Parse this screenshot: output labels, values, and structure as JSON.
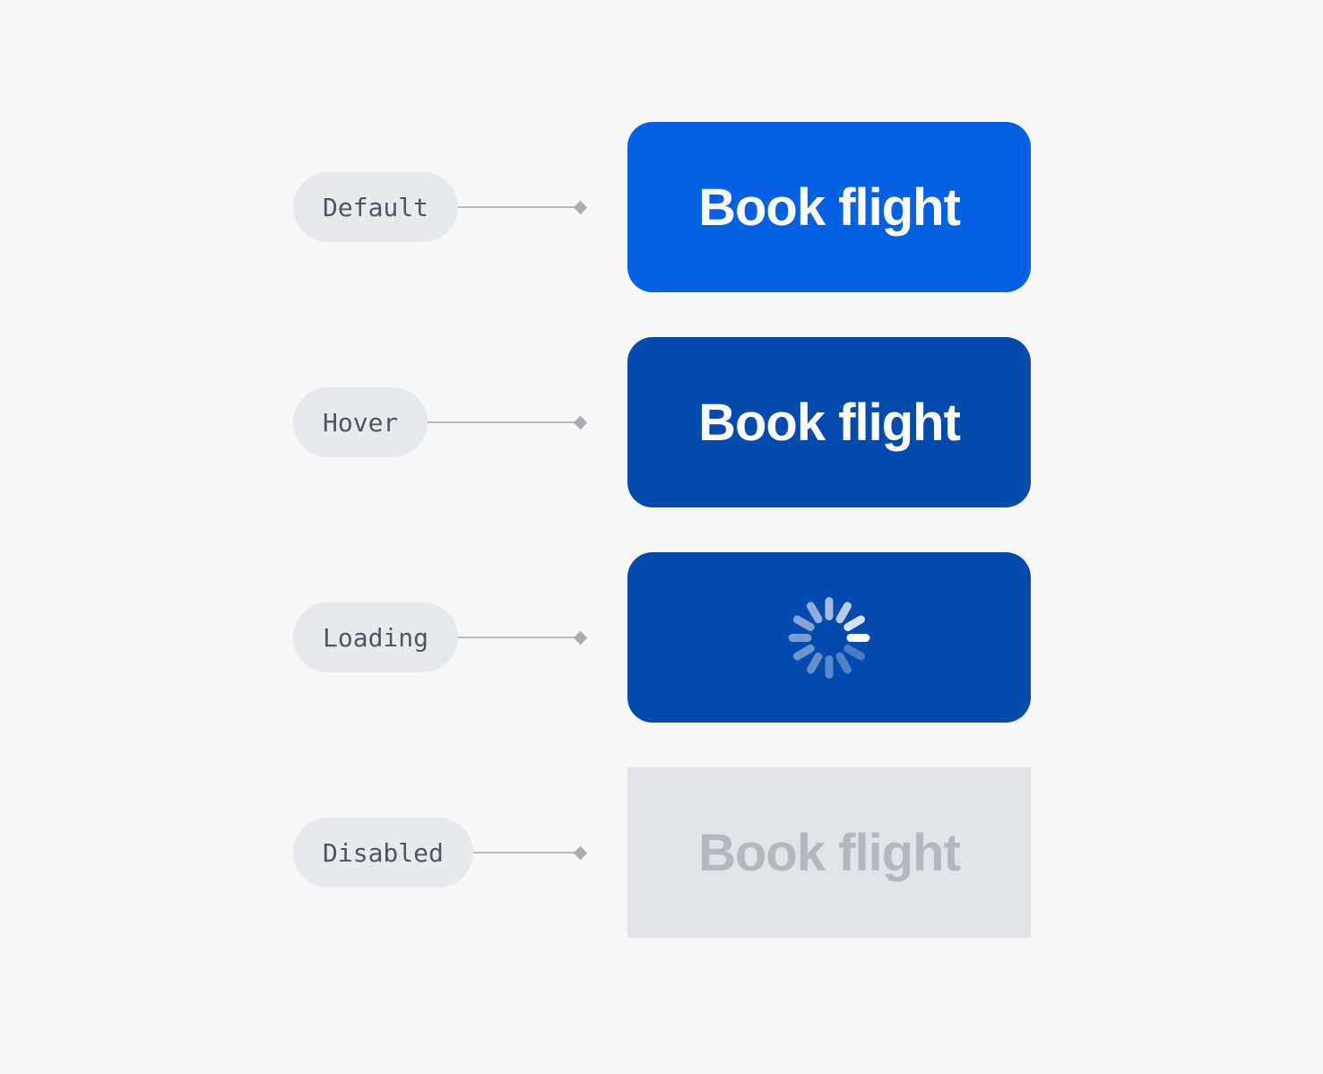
{
  "colors": {
    "page_background": "#f7f7f8",
    "button_default": "#0561e3",
    "button_hover": "#054aad",
    "button_loading": "#054aad",
    "button_disabled_bg": "#e0e3e8",
    "button_disabled_text": "#b3b8bf",
    "button_text": "#ffffff",
    "label_pill_bg": "#e6e9ed",
    "label_pill_text": "#50565e",
    "connector_line": "#b5b9bf",
    "connector_diamond": "#a9aeb5",
    "spinner_color": "#ffffff"
  },
  "states": [
    {
      "id": "default",
      "label": "Default",
      "button_text": "Book flight"
    },
    {
      "id": "hover",
      "label": "Hover",
      "button_text": "Book flight"
    },
    {
      "id": "loading",
      "label": "Loading",
      "button_icon": "loading-spinner-icon"
    },
    {
      "id": "disabled",
      "label": "Disabled",
      "button_text": "Book flight"
    }
  ]
}
